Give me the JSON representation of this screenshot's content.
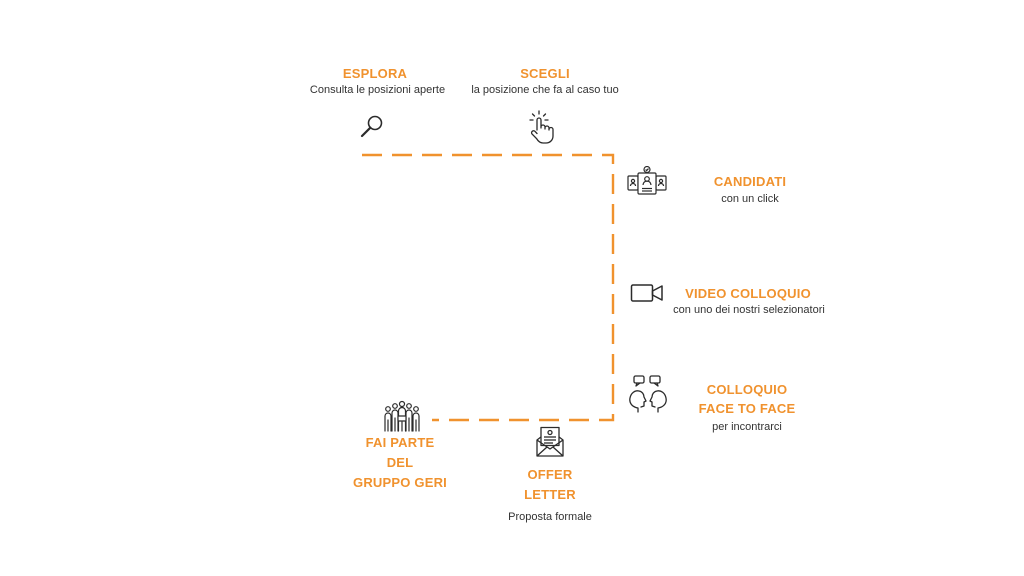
{
  "colors": {
    "accent": "#f0922e",
    "text": "#333333",
    "icon": "#2b2b2b"
  },
  "steps": [
    {
      "id": "esplora",
      "icon": "magnifier-icon",
      "title": "ESPLORA",
      "subtitle": "Consulta le posizioni aperte"
    },
    {
      "id": "scegli",
      "icon": "pointing-hand-icon",
      "title": "SCEGLI",
      "subtitle": "la posizione che fa al caso tuo"
    },
    {
      "id": "candidati",
      "icon": "candidate-cards-icon",
      "title": "CANDIDATI",
      "subtitle": "con un click"
    },
    {
      "id": "video",
      "icon": "video-camera-icon",
      "title": "VIDEO COLLOQUIO",
      "subtitle": "con uno dei nostri selezionatori"
    },
    {
      "id": "face",
      "icon": "face-to-face-icon",
      "title_line1": "COLLOQUIO",
      "title_line2": "FACE TO FACE",
      "subtitle": "per incontrarci"
    },
    {
      "id": "offer",
      "icon": "offer-letter-icon",
      "title_line1": "OFFER",
      "title_line2": "LETTER",
      "subtitle": "Proposta formale"
    },
    {
      "id": "gruppo",
      "icon": "team-group-icon",
      "title_line1": "FAI PARTE",
      "title_line2": "DEL",
      "title_line3": "GRUPPO GERI"
    }
  ]
}
